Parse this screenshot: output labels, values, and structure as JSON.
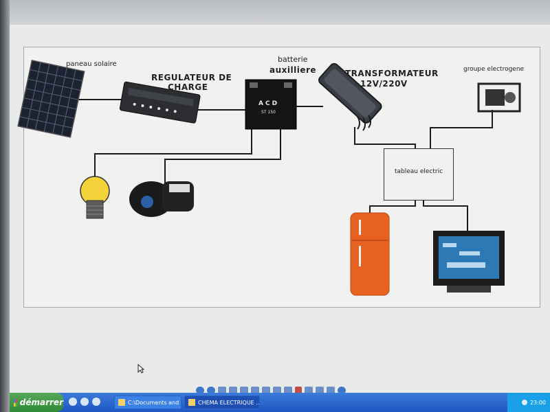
{
  "diagram": {
    "labels": {
      "solar_panel": "paneau solaire",
      "regulator_line1": "REGULATEUR DE",
      "regulator_line2": "CHARGE",
      "battery_line1": "batterie",
      "battery_line2": "auxilliere",
      "transformer_line1": "TRANSFORMATEUR",
      "transformer_line2": "12V/220V",
      "generator": "groupe electrogene",
      "panel_box": "tableau electric"
    },
    "battery_text": {
      "brand": "ACD",
      "model": "ST 150"
    },
    "colors": {
      "wire": "#1a1a1a",
      "fridge": "#e8621f",
      "bulb": "#f4d23a",
      "canvas_bg": "#f1f1ef"
    }
  },
  "taskbar": {
    "start_label": "démarrer",
    "tasks": [
      {
        "label": "C:\\Documents and Se..."
      },
      {
        "label": "CHEMA ELECTRIQUE ..."
      }
    ],
    "tray_time": "23:00"
  }
}
